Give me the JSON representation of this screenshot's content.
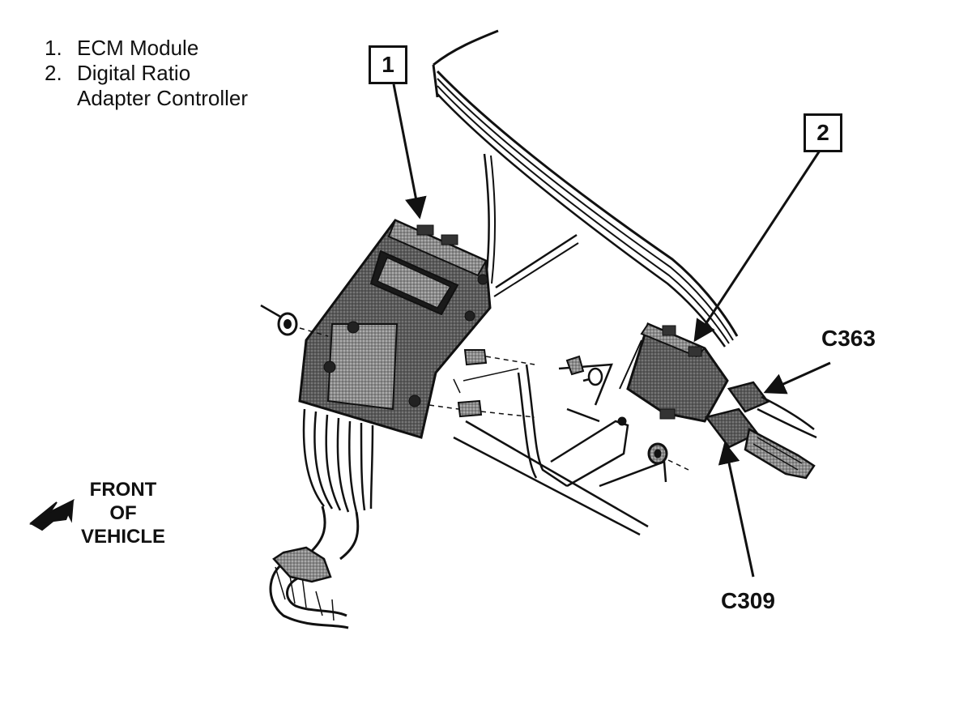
{
  "legend": {
    "items": [
      {
        "number": "1.",
        "lines": [
          "ECM Module"
        ]
      },
      {
        "number": "2.",
        "lines": [
          "Digital Ratio",
          "Adapter Controller"
        ]
      }
    ]
  },
  "callouts": {
    "ecm": "1",
    "controller": "2"
  },
  "connectors": {
    "upper": "C363",
    "lower": "C309"
  },
  "orientation": {
    "line1": "FRONT",
    "line2": "OF",
    "line3": "VEHICLE"
  }
}
